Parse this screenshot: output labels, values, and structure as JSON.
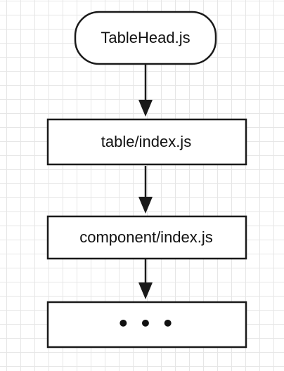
{
  "diagram": {
    "nodes": [
      {
        "id": "n1",
        "shape": "rounded",
        "label": "TableHead.js"
      },
      {
        "id": "n2",
        "shape": "rect",
        "label": "table/index.js"
      },
      {
        "id": "n3",
        "shape": "rect",
        "label": "component/index.js"
      },
      {
        "id": "n4",
        "shape": "rect",
        "label": "• • •"
      }
    ],
    "edges": [
      {
        "from": "n1",
        "to": "n2"
      },
      {
        "from": "n2",
        "to": "n3"
      },
      {
        "from": "n3",
        "to": "n4"
      }
    ],
    "colors": {
      "stroke": "#1a1a1a",
      "fill": "#ffffff",
      "grid": "#e6e6e6",
      "text": "#111111"
    }
  }
}
